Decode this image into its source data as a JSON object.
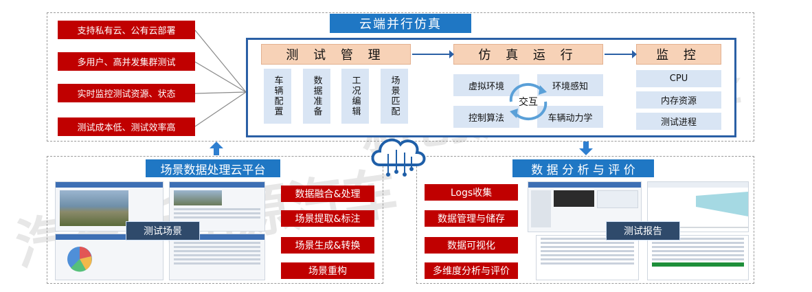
{
  "top": {
    "title": "云端并行仿真",
    "features": [
      "支持私有云、公有云部署",
      "多用户、高并发集群测试",
      "实时监控测试资源、状态",
      "测试成本低、测试效率高"
    ],
    "test_mgmt": {
      "title": "测 试 管 理",
      "items": [
        "车辆配置",
        "数据准备",
        "工况编辑",
        "场景匹配"
      ]
    },
    "sim_run": {
      "title": "仿 真 运 行",
      "items": [
        "虚拟环境",
        "环境感知",
        "控制算法",
        "车辆动力学"
      ],
      "center": "交互"
    },
    "monitor": {
      "title": "监 控",
      "items": [
        "CPU",
        "内存资源",
        "测试进程"
      ]
    }
  },
  "left_panel": {
    "title": "场景数据处理云平台",
    "items": [
      "数据融合&处理",
      "场景提取&标注",
      "场景生成&转换",
      "场景重构"
    ],
    "screenshot_label": "测试场景"
  },
  "right_panel": {
    "title": "数 据 分 析 与 评 价",
    "items": [
      "Logs收集",
      "数据管理与储存",
      "数据可视化",
      "多维度分析与评价"
    ],
    "screenshot_label": "测试报告"
  },
  "colors": {
    "red": "#c00000",
    "blue": "#1f77c4",
    "peach": "#f7d2b7",
    "light_blue": "#d9e5f4"
  }
}
